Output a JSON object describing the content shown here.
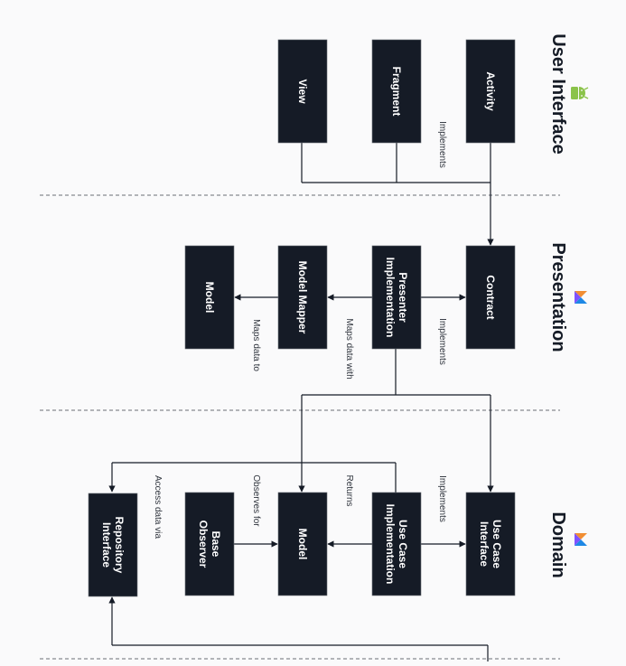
{
  "layers": {
    "ui": "User Interface",
    "presentation": "Presentation",
    "domain": "Domain"
  },
  "boxes": {
    "activity": "Activity",
    "fragment": "Fragment",
    "view": "View",
    "contract": "Contract",
    "presenter_line1": "Presenter",
    "presenter_line2": "Implementation",
    "model_mapper": "Model Mapper",
    "model_presentation": "Model",
    "use_case_interface_line1": "Use Case",
    "use_case_interface_line2": "Interface",
    "use_case_impl_line1": "Use Case",
    "use_case_impl_line2": "Implementation",
    "model_domain": "Model",
    "base_observer_line1": "Base",
    "base_observer_line2": "Observer",
    "repository_line1": "Repository",
    "repository_line2": "Interface"
  },
  "labels": {
    "implements_ui": "Implements",
    "implements_presentation": "Implements",
    "maps_data_with": "Maps data with",
    "maps_data_to": "Maps data to",
    "implements_domain": "Implements",
    "returns": "Returns",
    "observes_for": "Observes for",
    "access_data_via": "Access data via"
  },
  "colors": {
    "box_fill": "#151b26",
    "box_text": "#ffffff",
    "line": "#151b26",
    "label_text": "#2f343d",
    "separator": "#6b6f76",
    "android": "#8bc34a",
    "kotlin_orange": "#f18e33",
    "kotlin_purple": "#7f52ff",
    "kotlin_blue": "#1e88e5"
  }
}
